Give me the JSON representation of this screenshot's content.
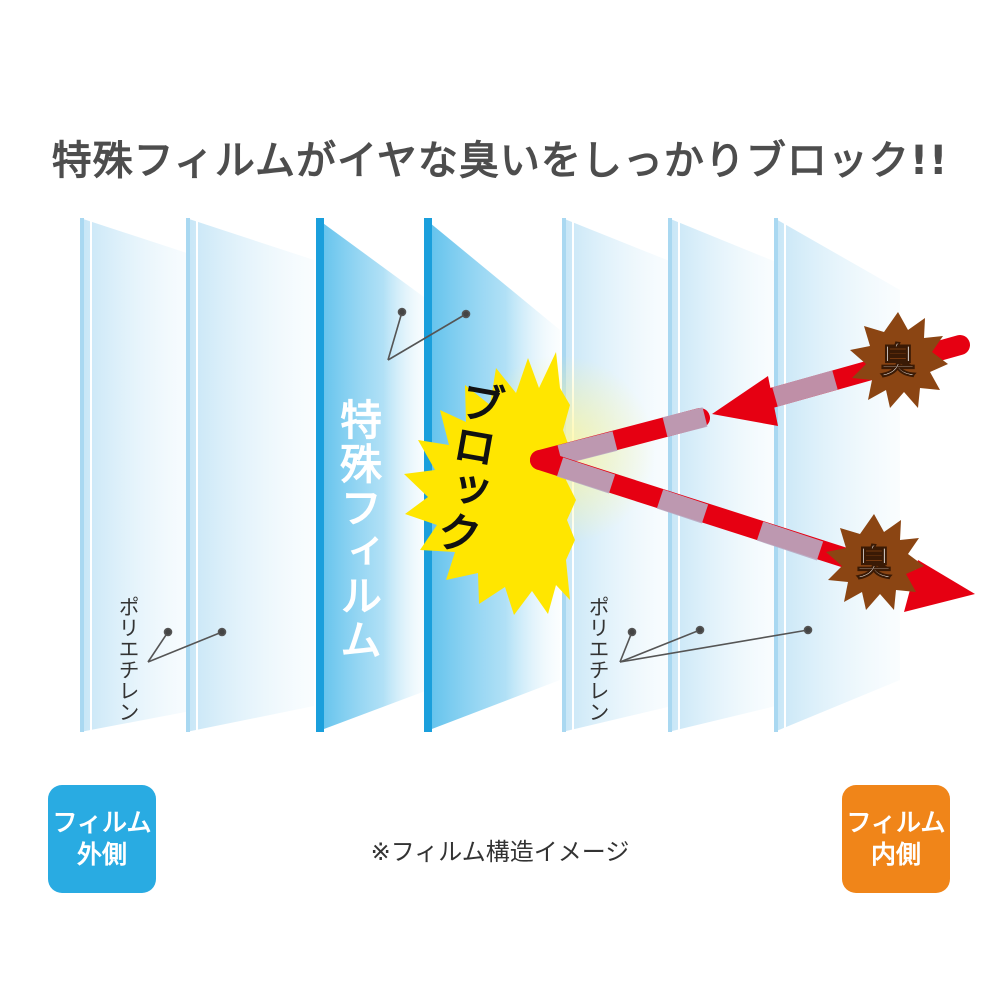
{
  "headline": "特殊フィルムがイヤな臭いをしっかりブロック!!",
  "special_film_label": "特殊フィルム",
  "block_label": "ブロック",
  "odor_label": "臭",
  "polyethylene_label": "ポリエチレン",
  "outer_badge": {
    "line1": "フィルム",
    "line2": "外側"
  },
  "inner_badge": {
    "line1": "フィルム",
    "line2": "内側"
  },
  "note": "※フィルム構造イメージ",
  "colors": {
    "special_film": "#29abe2",
    "poly_film": "#cfeaf8",
    "burst": "#ffe600",
    "arrow": "#e60012",
    "odor_blob": "#8b4513",
    "outer_badge": "#29abe2",
    "inner_badge": "#f08519"
  }
}
